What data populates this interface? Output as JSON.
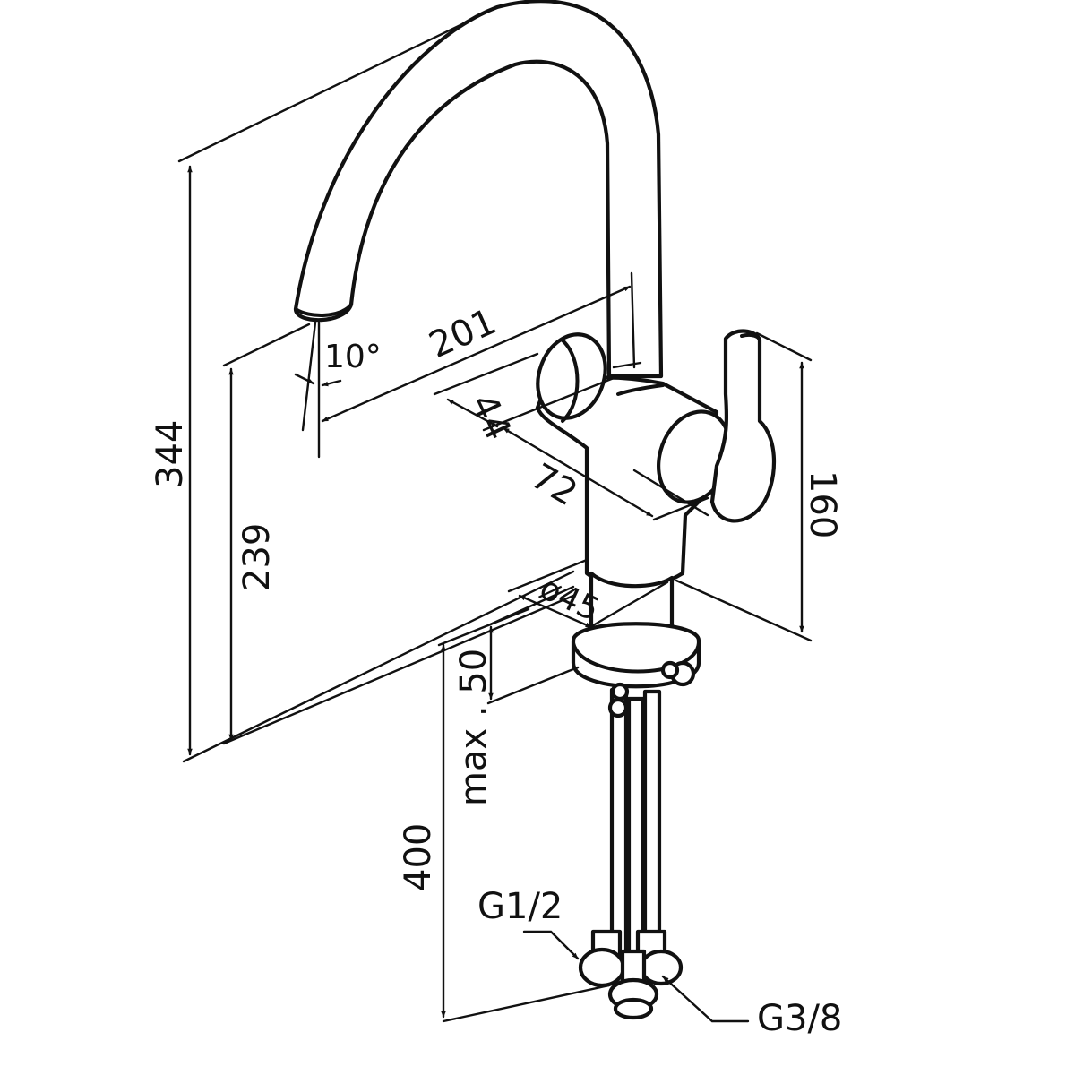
{
  "labels": {
    "total_height": "344",
    "spout_height": "239",
    "spout_reach": "201",
    "spout_angle": "10°",
    "depth_44": "44",
    "handle_72": "72",
    "lever_height": "160",
    "base_diameter": "ø45",
    "max_thickness": "max . 50",
    "hose_length": "400",
    "thread_g12": "G1/2",
    "thread_g38": "G3/8"
  }
}
